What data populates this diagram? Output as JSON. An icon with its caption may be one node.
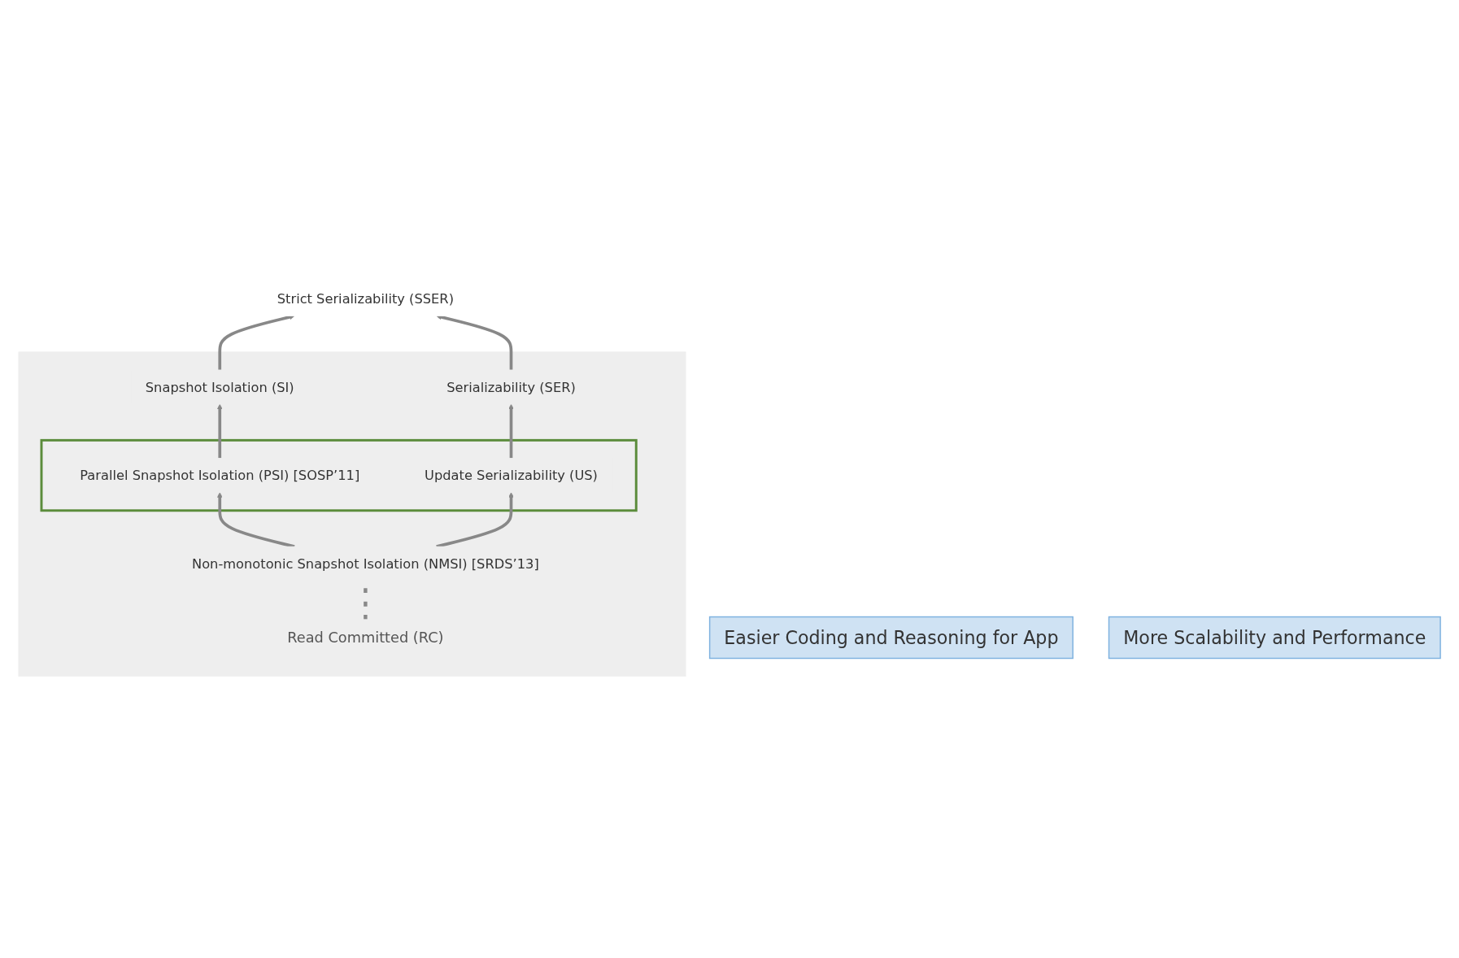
{
  "diagram": {
    "nodes": [
      {
        "text": [
          "Easier Coding and Reasoning for App"
        ]
      },
      {
        "text": [
          "More Scalability and Performance"
        ]
      },
      {
        "text": [
          "Strict Serializability (SSER)"
        ]
      },
      {
        "text": [],
        "shape": "box"
      },
      {
        "text": [
          "Snapshot Isolation (SI)"
        ],
        "in": 3
      },
      {
        "text": [
          "Serializability (SER)"
        ],
        "in": 3
      },
      {
        "text": [],
        "shape": "box",
        "in": 3
      },
      {
        "text": [
          "Parallel Snapshot Isolation (PSI) [SOSP’11]"
        ],
        "in": 6
      },
      {
        "text": [
          "Update Serializability (US)"
        ],
        "in": 6
      },
      {
        "text": [
          "Non-monotonic Snapshot Isolation (NMSI) [SRDS’13]"
        ],
        "in": 3
      },
      {
        "text": [
          "Read Committed (RC)"
        ],
        "in": 3
      }
    ],
    "edges": [
      {
        "from": 4,
        "to": 2,
        "arrow": "to"
      },
      {
        "from": 5,
        "to": 2,
        "arrow": "to"
      },
      {
        "from": 7,
        "to": 4,
        "arrow": "to"
      },
      {
        "from": 8,
        "to": 5,
        "arrow": "to"
      },
      {
        "from": 9,
        "to": 7,
        "arrow": "to"
      },
      {
        "from": 9,
        "to": 8,
        "arrow": "to"
      },
      {
        "from": 10,
        "to": 9,
        "arrow": "none",
        "style": "dashed"
      }
    ]
  }
}
